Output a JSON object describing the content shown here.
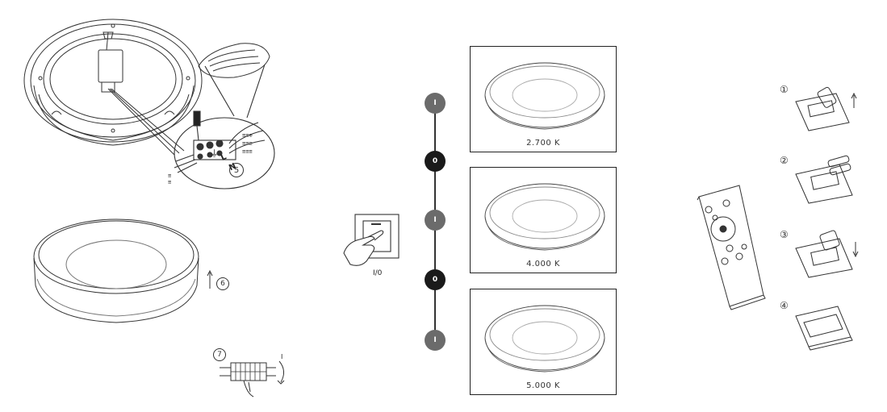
{
  "steps": {
    "s1": "①",
    "s2": "②",
    "s3": "③",
    "s4": "④",
    "s5": "5",
    "s6": "6",
    "s7": "7"
  },
  "switch_sequence": [
    {
      "label": "I",
      "color": "#6b6b6b"
    },
    {
      "label": "0",
      "color": "#1a1a1a"
    },
    {
      "label": "I",
      "color": "#6b6b6b"
    },
    {
      "label": "0",
      "color": "#1a1a1a"
    },
    {
      "label": "I",
      "color": "#6b6b6b"
    }
  ],
  "color_temps": [
    "2.700 K",
    "4.000 K",
    "5.000 K"
  ],
  "wall_switch_label": "I/0",
  "wiring": {
    "earth": "⏚",
    "line": "L",
    "neutral": "N"
  },
  "arrow_label": "I"
}
